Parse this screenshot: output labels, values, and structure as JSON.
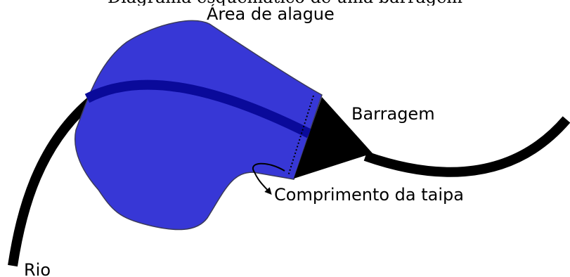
{
  "caption_partial": "Diagrama esquemático de uma barragem",
  "labels": {
    "flood_area": "Área de alague",
    "dam": "Barragem",
    "dam_length": "Comprimento da taipa",
    "river": "Rio"
  },
  "colors": {
    "flood_fill": "#3737d6",
    "flood_stroke": "#3a3a5a",
    "river": "#000000",
    "river_under_water": "#0a0a9a",
    "dam": "#000000",
    "background": "#ffffff"
  }
}
